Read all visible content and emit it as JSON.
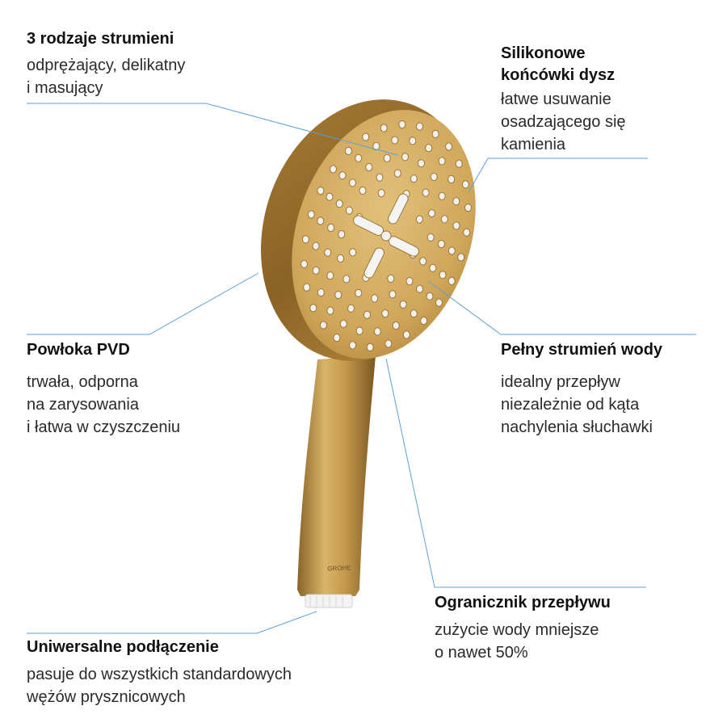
{
  "callouts": {
    "jet_types": {
      "title": "3 rodzaje strumieni",
      "text": "odprężający, delikatny\ni masujący"
    },
    "silicone_nozzles": {
      "title": "Silikonowe\nkońcówki dysz",
      "text": "łatwe usuwanie\nosadzającego się\nkamienia"
    },
    "pvd_coating": {
      "title": "Powłoka PVD",
      "text": "trwała, odporna\nna zarysowania\ni łatwa w czyszczeniu"
    },
    "full_spray": {
      "title": "Pełny strumień wody",
      "text": "idealny przepływ\nniezależnie od kąta\nnachylenia słuchawki"
    },
    "flow_limiter": {
      "title": "Ogranicznik przepływu",
      "text": "zużycie wody mniejsze\no nawet 50%"
    },
    "universal_connection": {
      "title": "Uniwersalne podłączenie",
      "text": "pasuje do wszystkich standardowych\nwężów prysznicowych"
    }
  },
  "product": {
    "brand_logo": "GROHE",
    "finish_color": "#c9a052"
  },
  "colors": {
    "leader_line": "#5aa0d8",
    "nozzle": "#f2f2f2",
    "text": "#1a1a1a"
  }
}
